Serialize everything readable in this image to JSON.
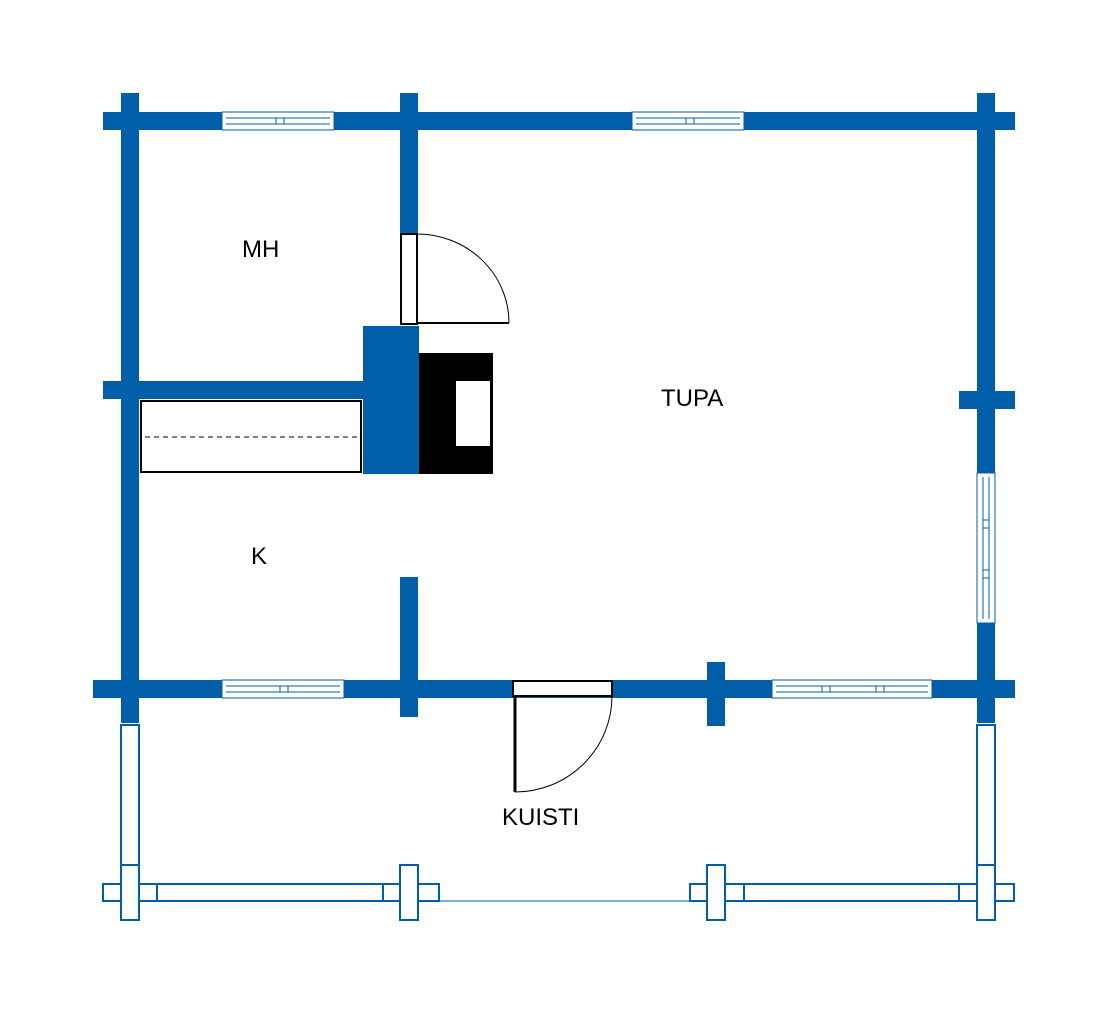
{
  "colors": {
    "wall": "#005fa8",
    "window_fill": "#ffffff",
    "stove": "#000000",
    "line": "#000000",
    "background": "#ffffff"
  },
  "rooms": {
    "mh": "MH",
    "tupa": "TUPA",
    "k": "K",
    "kuisti": "KUISTI"
  }
}
